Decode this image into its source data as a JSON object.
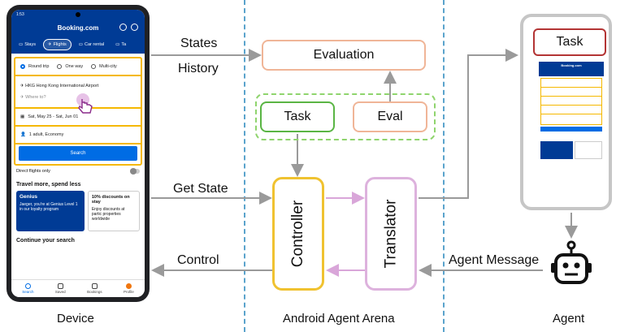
{
  "device": {
    "status_time": "1:53",
    "app_title": "Booking.com",
    "tabs": [
      "Stays",
      "Flights",
      "Car rental",
      "Ta"
    ],
    "trip_options": [
      "Round trip",
      "One way",
      "Multi-city"
    ],
    "from_field": "HKG Hong Kong International Airport",
    "to_placeholder": "Where to?",
    "dates": "Sat, May 25 - Sat, Jun 01",
    "travellers": "1 adult, Economy",
    "search_button": "Search",
    "direct_flights": "Direct flights only",
    "section_heading": "Travel more, spend less",
    "card_genius_title": "Genius",
    "card_genius_text": "Jaeger, you're at Genius Level 1 in our loyalty program",
    "card_discount_title": "10% discounts on stay",
    "card_discount_text": "Enjoy discounts at partic properties worldwide",
    "continue_heading": "Continue your search",
    "nav": [
      "Search",
      "Saved",
      "Bookings",
      "Profile"
    ]
  },
  "diagram": {
    "states_label": "States",
    "history_label": "History",
    "get_state_label": "Get State",
    "control_label": "Control",
    "agent_message_label": "Agent Message",
    "evaluation_box": "Evaluation",
    "task_box": "Task",
    "eval_box": "Eval",
    "controller_box": "Controller",
    "translator_box": "Translator",
    "agent_task_box": "Task",
    "mini_app_title": "Booking.com"
  },
  "footer": {
    "device": "Device",
    "arena": "Android Agent Arena",
    "agent": "Agent"
  },
  "colors": {
    "separator": "#5aa3cc",
    "evaluation_border": "#f0b597",
    "task_border": "#5ab544",
    "group_border": "#8fd46d",
    "controller_border": "#f0c230",
    "translator_border": "#ddb2dd",
    "agent_task_border": "#b33434",
    "booking_blue": "#003b95",
    "accent_blue": "#006ce4",
    "form_yellow": "#f5b800"
  }
}
